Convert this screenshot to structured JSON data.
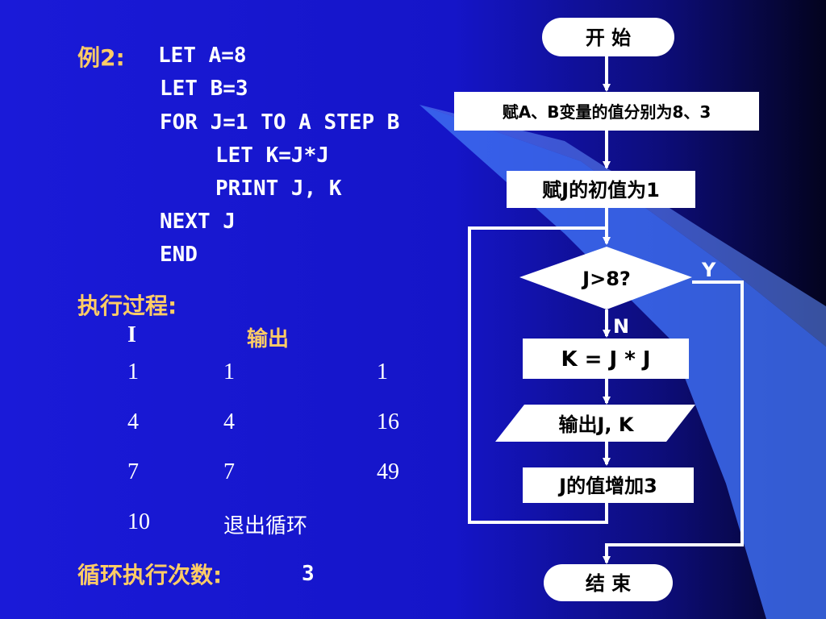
{
  "example": {
    "label": "例2:",
    "lines": [
      "LET A=8",
      "LET B=3",
      "FOR J=1 TO A STEP B",
      "LET K=J*J",
      "PRINT J, K",
      "NEXT J",
      "END"
    ]
  },
  "process": {
    "title": "执行过程:",
    "header_i": "I",
    "header_output": "输出",
    "rows": [
      [
        "1",
        "1",
        "1"
      ],
      [
        "4",
        "4",
        "16"
      ],
      [
        "7",
        "7",
        "49"
      ],
      [
        "10",
        "退出循环",
        ""
      ]
    ]
  },
  "loop_count": {
    "label": "循环执行次数:",
    "value": "3"
  },
  "flowchart": {
    "start": "开 始",
    "assign_ab": "赋A、B变量的值分别为8、3",
    "init_j": "赋J的初值为1",
    "condition": "J>8?",
    "yes": "Y",
    "no": "N",
    "compute": "K = J * J",
    "output": "输出J, K",
    "increment": "J的值增加3",
    "end": "结 束"
  },
  "colors": {
    "background": "#1a1ad8",
    "accent_light": "#3d6cf0",
    "dark_corner": "#05053a",
    "label_gold": "#ffcc66"
  }
}
